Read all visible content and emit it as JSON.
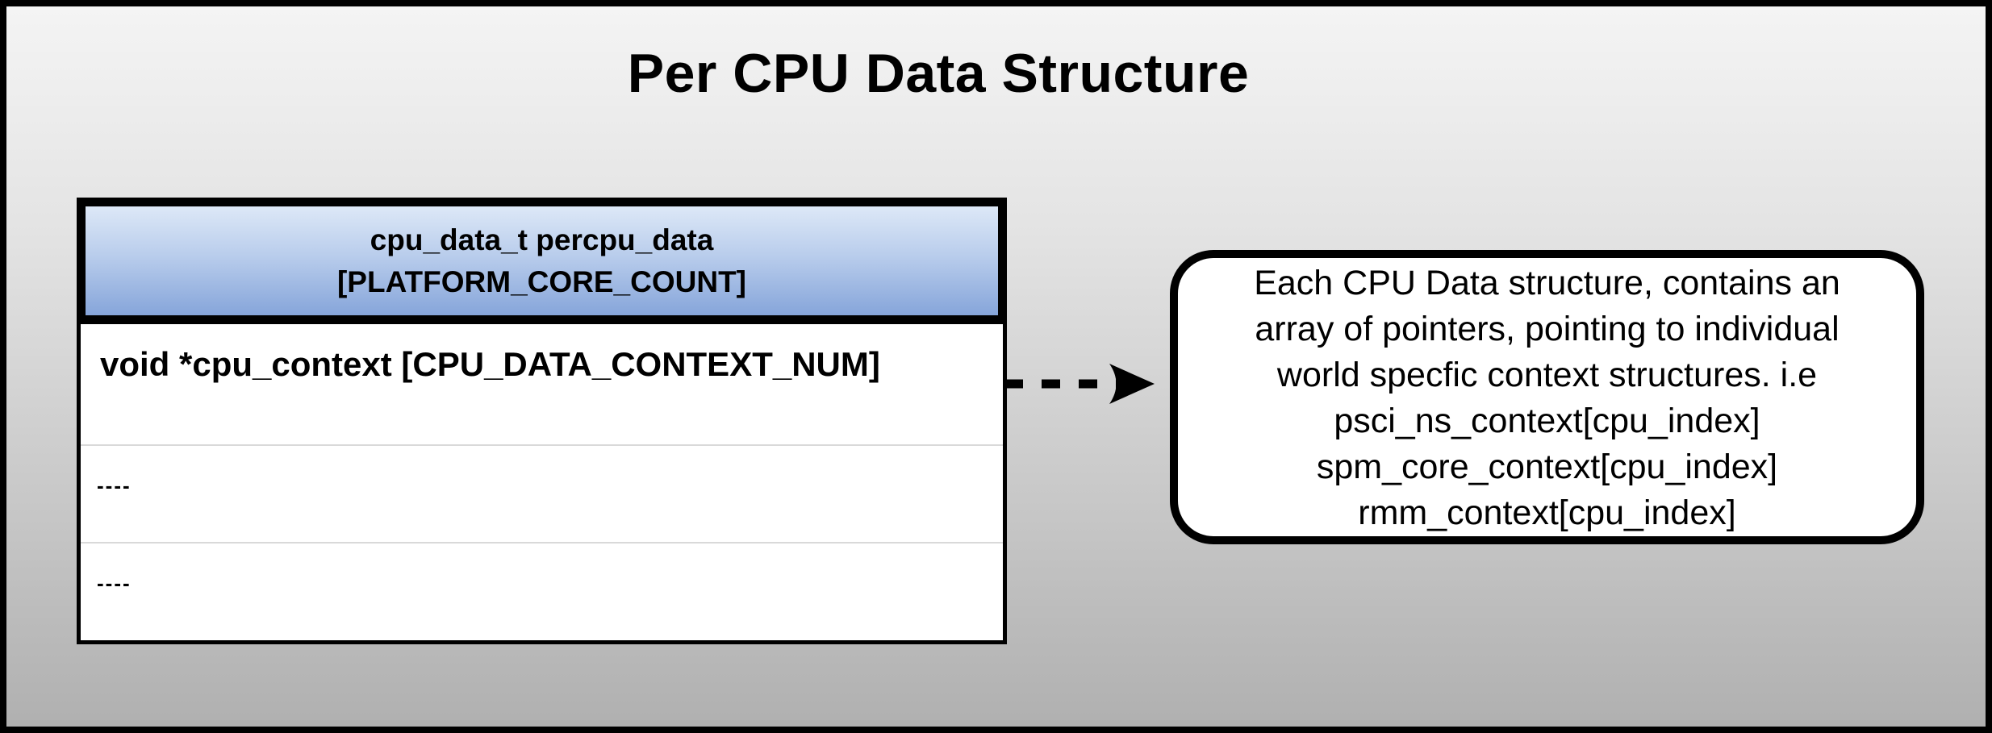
{
  "title": "Per CPU Data Structure",
  "table": {
    "header": {
      "line1": "cpu_data_t percpu_data",
      "line2": "[PLATFORM_CORE_COUNT]"
    },
    "rows": [
      {
        "text": "void *cpu_context [CPU_DATA_CONTEXT_NUM]"
      },
      {
        "text": "----"
      },
      {
        "text": "----"
      }
    ]
  },
  "arrow": {
    "style": "dashed",
    "direction": "right"
  },
  "note": {
    "lines": [
      "Each CPU Data structure, contains an",
      "array of pointers, pointing to individual",
      "world specfic context structures. i.e",
      "psci_ns_context[cpu_index]",
      "spm_core_context[cpu_index]",
      "rmm_context[cpu_index]"
    ]
  },
  "colors": {
    "header_gradient_top": "#dde8f7",
    "header_gradient_bottom": "#86a5da",
    "background_gradient_top": "#f4f4f4",
    "background_gradient_bottom": "#b0b0b0",
    "border": "#000000",
    "row_separator": "#d9d9d9",
    "note_background": "#ffffff"
  }
}
